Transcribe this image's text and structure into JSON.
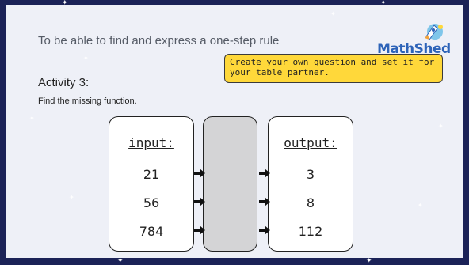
{
  "slide": {
    "objective": "To be able to find and express a one-step rule",
    "activity_title": "Activity 3:",
    "instruction": "Find the missing function."
  },
  "logo": {
    "text": "MathShed"
  },
  "callout": {
    "line1": "Create your own question and set it for",
    "line2": "your table partner."
  },
  "table": {
    "input_header": "input:",
    "output_header": "output:",
    "rows": [
      {
        "input": "21",
        "output": "3"
      },
      {
        "input": "56",
        "output": "8"
      },
      {
        "input": "784",
        "output": "112"
      }
    ]
  },
  "colors": {
    "background": "#1b2257",
    "slide": "#eef0f7",
    "callout": "#ffd83a",
    "function_box": "#d4d4d6",
    "logo": "#2d63b8"
  }
}
